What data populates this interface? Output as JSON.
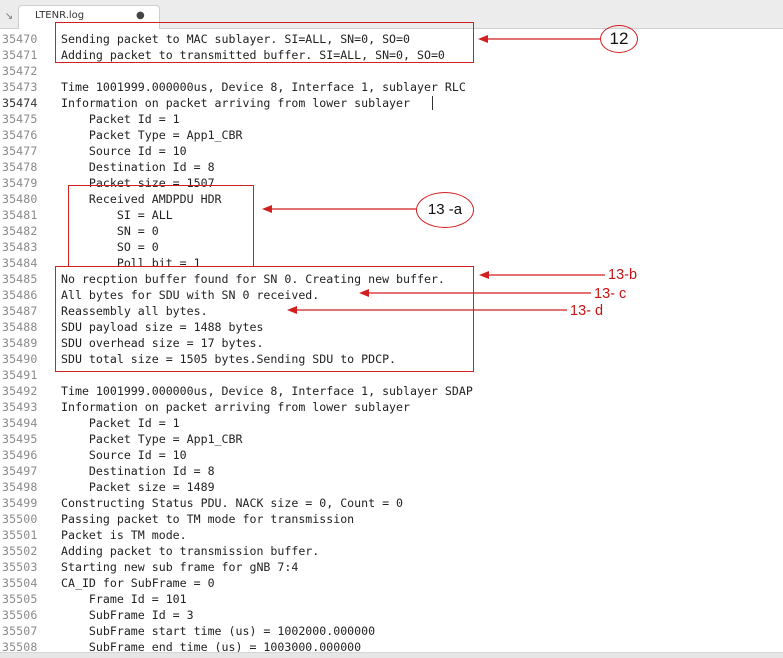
{
  "tab": {
    "title": "LTENR.log",
    "modified_dot": "●",
    "left_glyph": "↘"
  },
  "lines": [
    {
      "n": "35470",
      "t": "Sending packet to MAC sublayer. SI=ALL, SN=0, SO=0"
    },
    {
      "n": "35471",
      "t": "Adding packet to transmitted buffer. SI=ALL, SN=0, SO=0"
    },
    {
      "n": "35472",
      "t": ""
    },
    {
      "n": "35473",
      "t": "Time 1001999.000000us, Device 8, Interface 1, sublayer RLC"
    },
    {
      "n": "35474",
      "t": "Information on packet arriving from lower sublayer"
    },
    {
      "n": "35475",
      "t": "    Packet Id = 1"
    },
    {
      "n": "35476",
      "t": "    Packet Type = App1_CBR"
    },
    {
      "n": "35477",
      "t": "    Source Id = 10"
    },
    {
      "n": "35478",
      "t": "    Destination Id = 8"
    },
    {
      "n": "35479",
      "t": "    Packet size = 1507"
    },
    {
      "n": "35480",
      "t": "    Received AMDPDU HDR"
    },
    {
      "n": "35481",
      "t": "        SI = ALL"
    },
    {
      "n": "35482",
      "t": "        SN = 0"
    },
    {
      "n": "35483",
      "t": "        SO = 0"
    },
    {
      "n": "35484",
      "t": "        Poll bit = 1"
    },
    {
      "n": "35485",
      "t": "No recption buffer found for SN 0. Creating new buffer."
    },
    {
      "n": "35486",
      "t": "All bytes for SDU with SN 0 received."
    },
    {
      "n": "35487",
      "t": "Reassembly all bytes."
    },
    {
      "n": "35488",
      "t": "SDU payload size = 1488 bytes"
    },
    {
      "n": "35489",
      "t": "SDU overhead size = 17 bytes."
    },
    {
      "n": "35490",
      "t": "SDU total size = 1505 bytes.Sending SDU to PDCP."
    },
    {
      "n": "35491",
      "t": ""
    },
    {
      "n": "35492",
      "t": "Time 1001999.000000us, Device 8, Interface 1, sublayer SDAP"
    },
    {
      "n": "35493",
      "t": "Information on packet arriving from lower sublayer"
    },
    {
      "n": "35494",
      "t": "    Packet Id = 1"
    },
    {
      "n": "35495",
      "t": "    Packet Type = App1_CBR"
    },
    {
      "n": "35496",
      "t": "    Source Id = 10"
    },
    {
      "n": "35497",
      "t": "    Destination Id = 8"
    },
    {
      "n": "35498",
      "t": "    Packet size = 1489"
    },
    {
      "n": "35499",
      "t": "Constructing Status PDU. NACK size = 0, Count = 0"
    },
    {
      "n": "35500",
      "t": "Passing packet to TM mode for transmission"
    },
    {
      "n": "35501",
      "t": "Packet is TM mode."
    },
    {
      "n": "35502",
      "t": "Adding packet to transmission buffer."
    },
    {
      "n": "35503",
      "t": "Starting new sub frame for gNB 7:4"
    },
    {
      "n": "35504",
      "t": "CA_ID for SubFrame = 0"
    },
    {
      "n": "35505",
      "t": "    Frame Id = 101"
    },
    {
      "n": "35506",
      "t": "    SubFrame Id = 3"
    },
    {
      "n": "35507",
      "t": "    SubFrame start time (us) = 1002000.000000"
    },
    {
      "n": "35508",
      "t": "    SubFrame end time (us) = 1003000.000000"
    }
  ],
  "annotations": {
    "a12": "12",
    "a13a": "13 -a",
    "a13b": "13-b",
    "a13c": "13- c",
    "a13d": "13- d"
  },
  "colors": {
    "annotation": "#d21f1f",
    "text": "#222222",
    "line_number": "#8a8a8a"
  }
}
